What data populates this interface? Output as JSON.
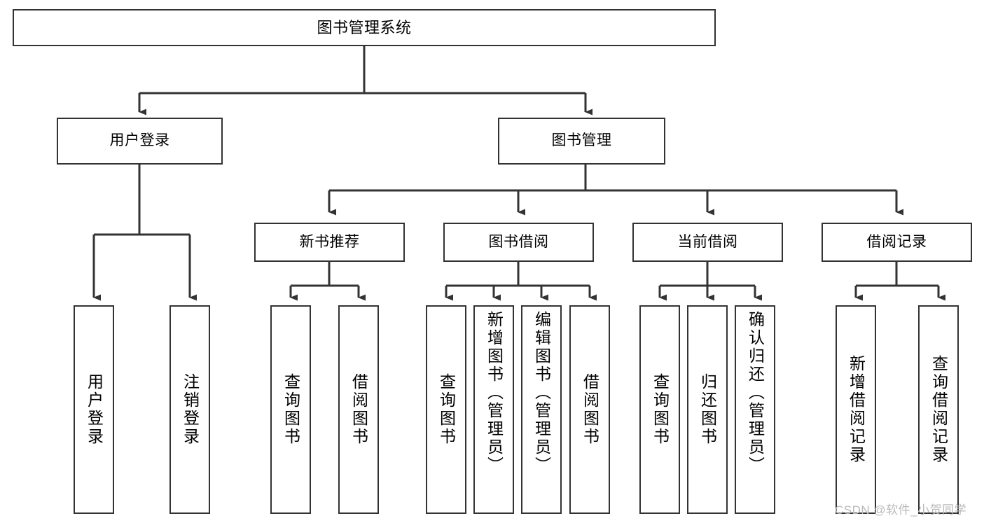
{
  "diagram": {
    "type": "tree",
    "title": "图书管理系统",
    "watermark": "CSDN @软件_小贺同学",
    "colors": {
      "node_border": "#333333",
      "node_fill": "#ffffff",
      "edge": "#333333",
      "text": "#000000",
      "watermark": "#b9b9b9",
      "background": "#ffffff"
    },
    "levels": {
      "root": [
        "图书管理系统"
      ],
      "level2": [
        "用户登录",
        "图书管理"
      ],
      "level3": [
        "新书推荐",
        "图书借阅",
        "当前借阅",
        "借阅记录"
      ],
      "leaves": [
        "用户登录",
        "注销登录",
        "查询图书",
        "借阅图书",
        "查询图书",
        "新增图书（管理员）",
        "编辑图书（管理员）",
        "借阅图书",
        "查询图书",
        "归还图书",
        "确认归还（管理员）",
        "新增借阅记录",
        "查询借阅记录"
      ]
    },
    "nodes": {
      "root": {
        "label": "图书管理系统"
      },
      "user_login": {
        "label": "用户登录"
      },
      "book_mgmt": {
        "label": "图书管理"
      },
      "new_book_rec": {
        "label": "新书推荐"
      },
      "book_borrow": {
        "label": "图书借阅"
      },
      "current_borrow": {
        "label": "当前借阅"
      },
      "borrow_record": {
        "label": "借阅记录"
      },
      "leaf_user_login": {
        "label": "用户登录"
      },
      "leaf_logout": {
        "label": "注销登录"
      },
      "leaf_query_book_1": {
        "label": "查询图书"
      },
      "leaf_borrow_book_1": {
        "label": "借阅图书"
      },
      "leaf_query_book_2": {
        "label": "查询图书"
      },
      "leaf_add_book": {
        "label": "新增图书（管理员）"
      },
      "leaf_edit_book": {
        "label": "编辑图书（管理员）"
      },
      "leaf_borrow_book_2": {
        "label": "借阅图书"
      },
      "leaf_query_book_3": {
        "label": "查询图书"
      },
      "leaf_return_book": {
        "label": "归还图书"
      },
      "leaf_confirm_return": {
        "label": "确认归还（管理员）"
      },
      "leaf_add_record": {
        "label": "新增借阅记录"
      },
      "leaf_query_record": {
        "label": "查询借阅记录"
      }
    },
    "edges": [
      {
        "from": "root",
        "to": "user_login"
      },
      {
        "from": "root",
        "to": "book_mgmt"
      },
      {
        "from": "user_login",
        "to": "leaf_user_login"
      },
      {
        "from": "user_login",
        "to": "leaf_logout"
      },
      {
        "from": "book_mgmt",
        "to": "new_book_rec"
      },
      {
        "from": "book_mgmt",
        "to": "book_borrow"
      },
      {
        "from": "book_mgmt",
        "to": "current_borrow"
      },
      {
        "from": "book_mgmt",
        "to": "borrow_record"
      },
      {
        "from": "new_book_rec",
        "to": "leaf_query_book_1"
      },
      {
        "from": "new_book_rec",
        "to": "leaf_borrow_book_1"
      },
      {
        "from": "book_borrow",
        "to": "leaf_query_book_2"
      },
      {
        "from": "book_borrow",
        "to": "leaf_add_book"
      },
      {
        "from": "book_borrow",
        "to": "leaf_edit_book"
      },
      {
        "from": "book_borrow",
        "to": "leaf_borrow_book_2"
      },
      {
        "from": "current_borrow",
        "to": "leaf_query_book_3"
      },
      {
        "from": "current_borrow",
        "to": "leaf_return_book"
      },
      {
        "from": "current_borrow",
        "to": "leaf_confirm_return"
      },
      {
        "from": "borrow_record",
        "to": "leaf_add_record"
      },
      {
        "from": "borrow_record",
        "to": "leaf_query_record"
      }
    ]
  }
}
